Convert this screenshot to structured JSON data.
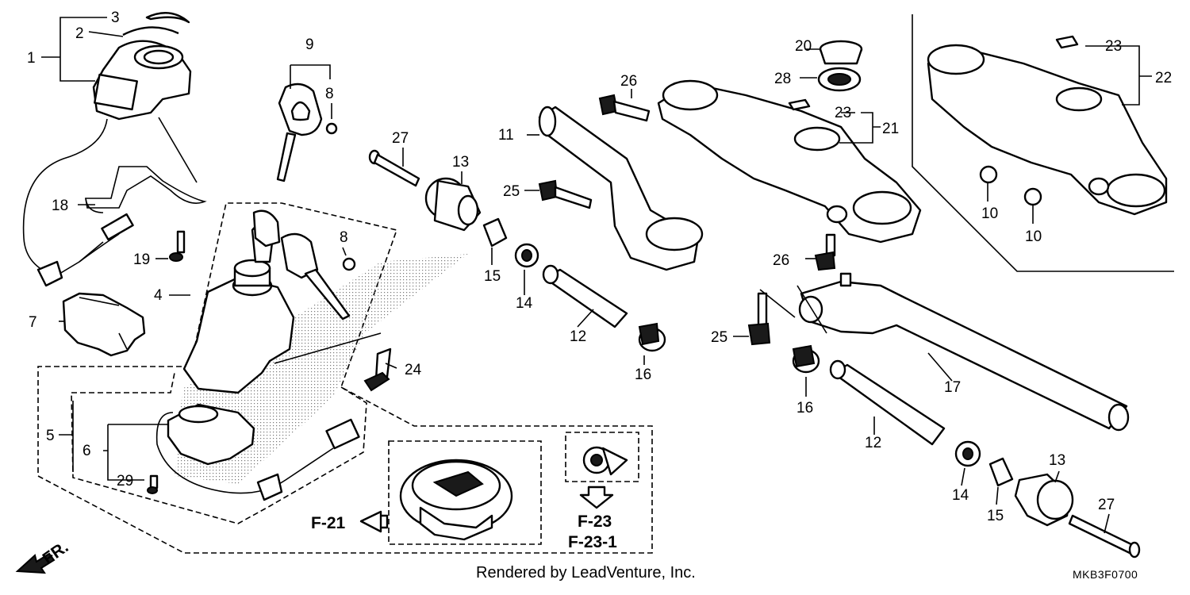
{
  "part_numbers": [
    "1",
    "2",
    "3",
    "4",
    "5",
    "6",
    "7",
    "8",
    "8",
    "9",
    "10",
    "10",
    "11",
    "12",
    "12",
    "13",
    "13",
    "14",
    "14",
    "15",
    "15",
    "16",
    "16",
    "17",
    "18",
    "19",
    "20",
    "21",
    "22",
    "23",
    "23",
    "24",
    "25",
    "25",
    "26",
    "26",
    "27",
    "27",
    "28",
    "29"
  ],
  "references": {
    "f21": "F-21",
    "f23": "F-23",
    "f23_1": "F-23-1",
    "front": "FR."
  },
  "footer": {
    "credit": "Rendered by LeadVenture, Inc.",
    "code": "MKB3F0700"
  }
}
